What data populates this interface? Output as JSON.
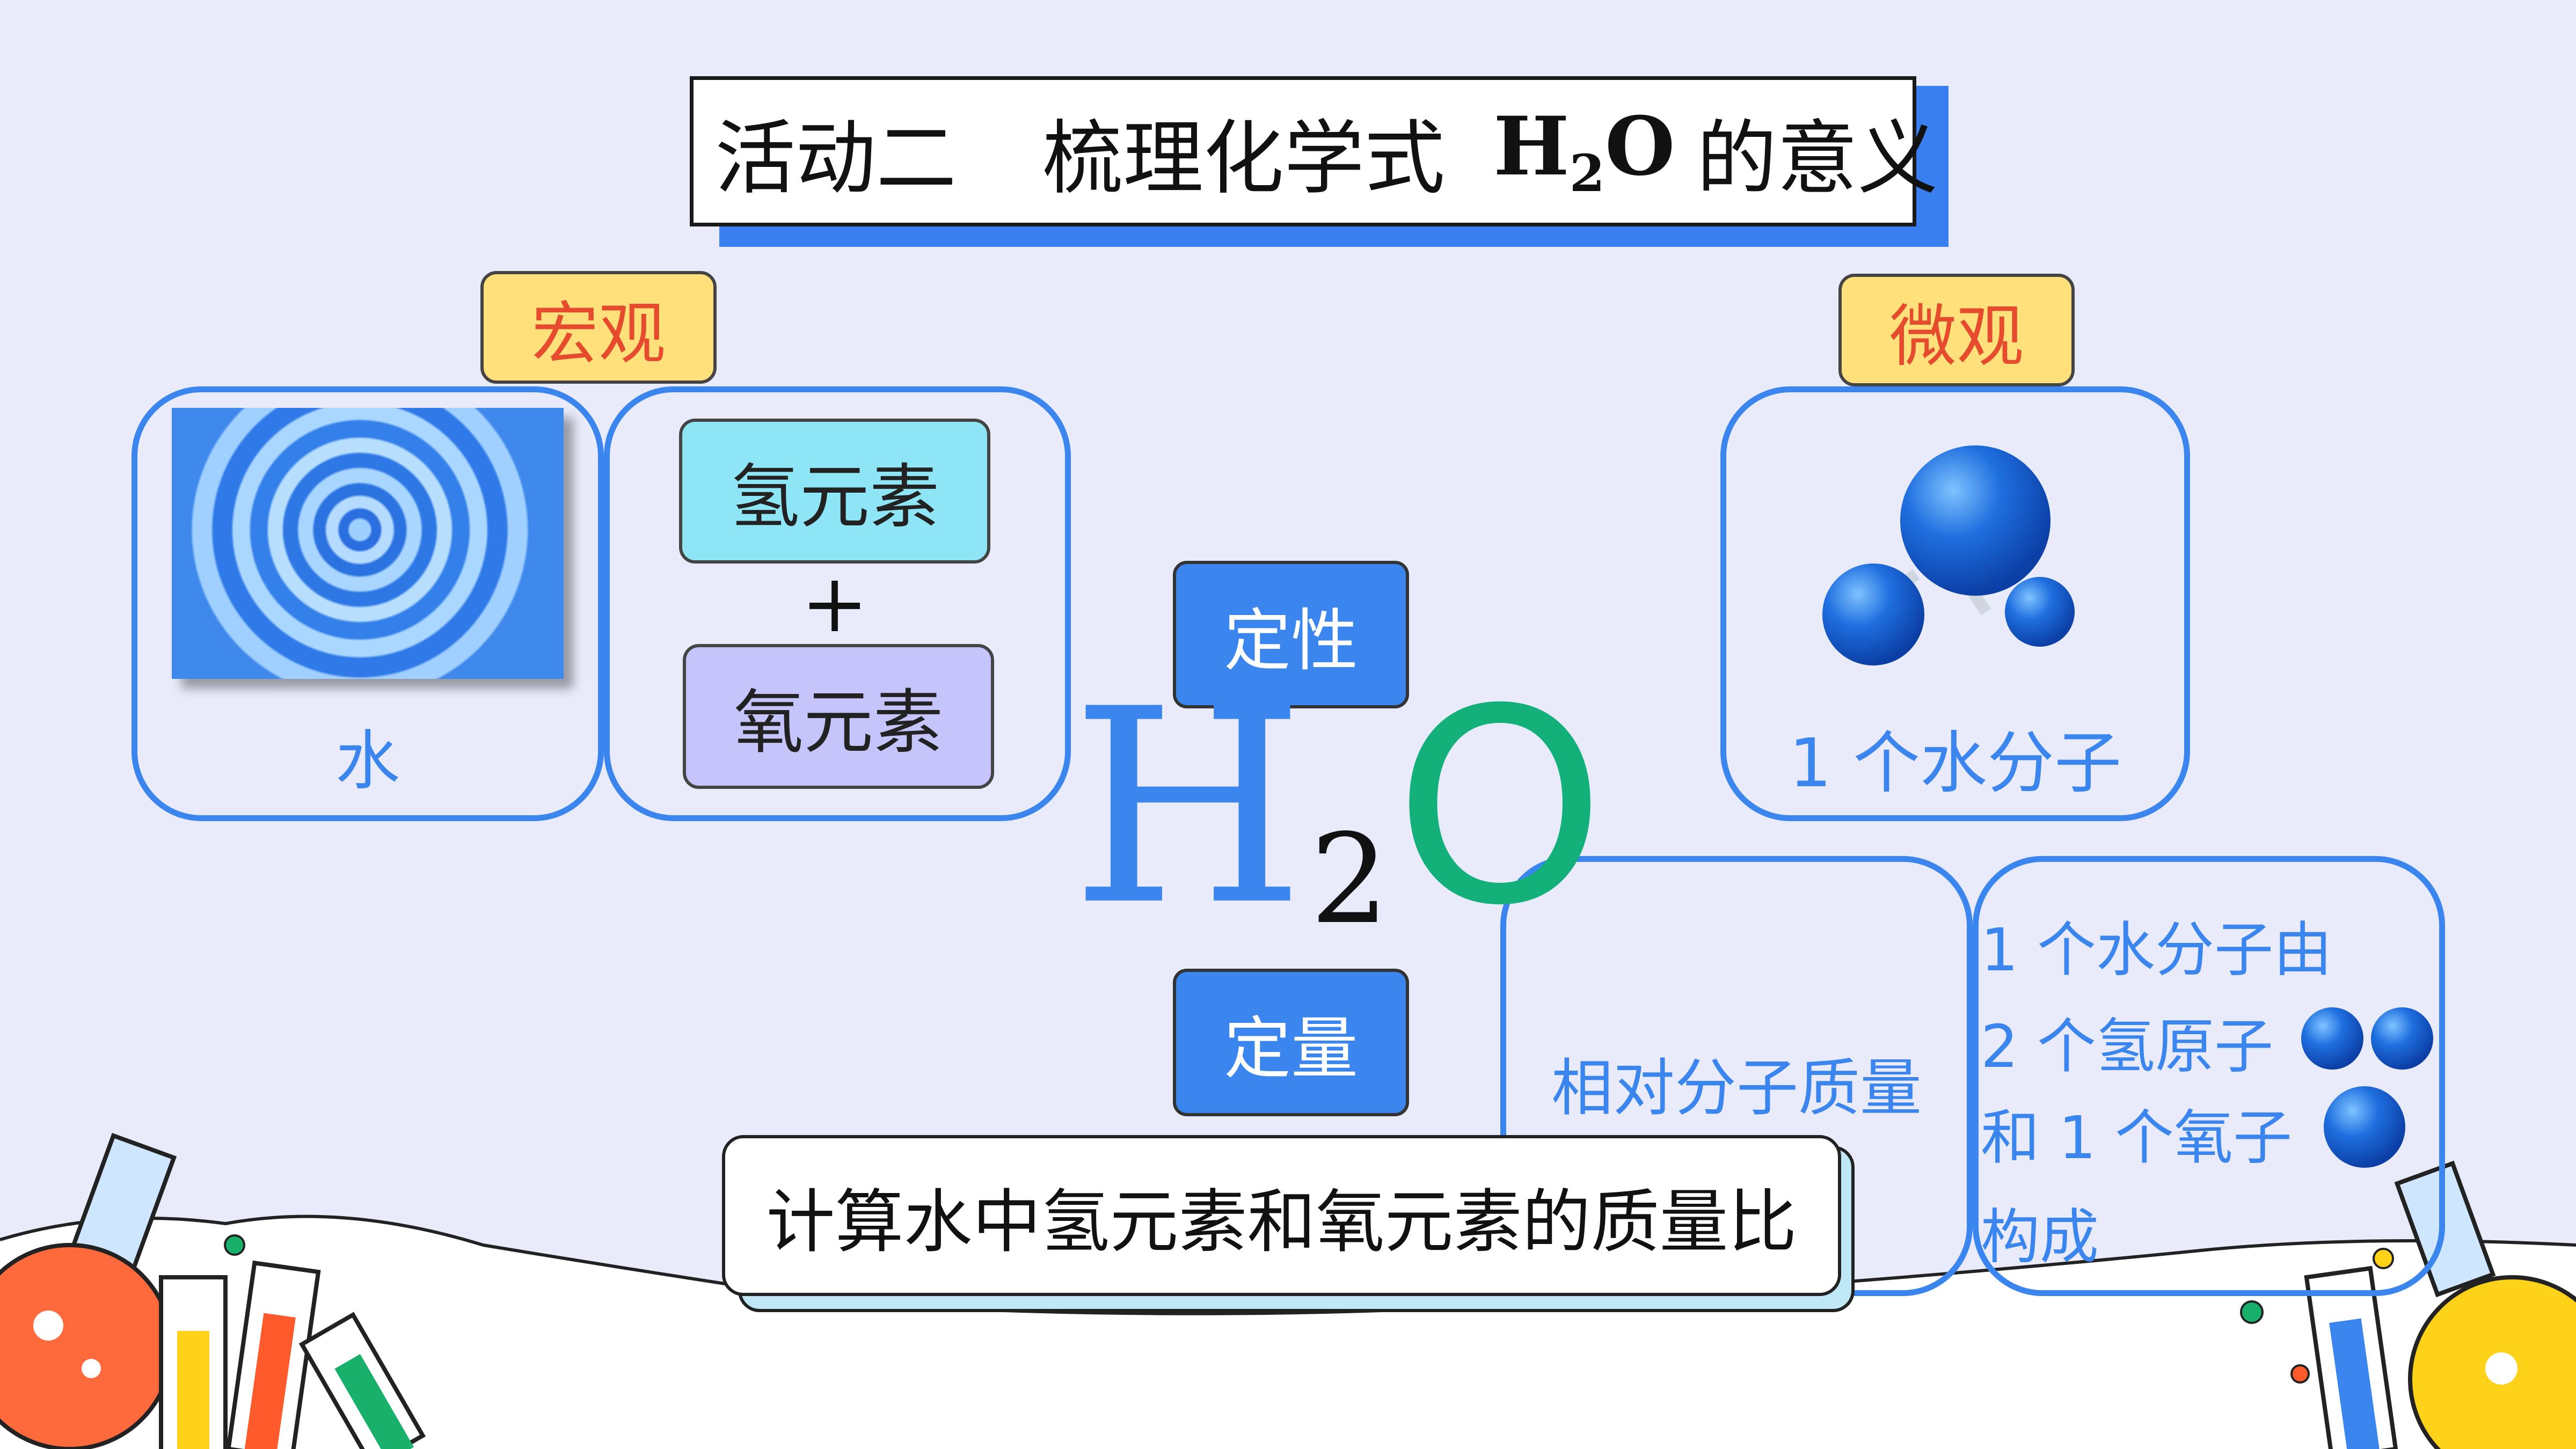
{
  "title": {
    "prefix": "活动二",
    "topic": "梳理化学式",
    "formula_main": "H",
    "formula_sub": "2",
    "formula_end": "O",
    "suffix": "的意义"
  },
  "tags": {
    "macro": "宏观",
    "micro": "微观"
  },
  "macro": {
    "water_label": "水",
    "element_h": "氢元素",
    "plus": "+",
    "element_o": "氧元素"
  },
  "center": {
    "qualitative": "定性",
    "quantitative": "定量",
    "formula_h": "H",
    "formula_2": "2",
    "formula_o": "O"
  },
  "micro": {
    "molecule_label": "1 个水分子",
    "mass_label": "相对分子质量",
    "composition": [
      "1 个水分子由",
      "2 个氢原子",
      "和 1 个氧子",
      "构成"
    ]
  },
  "calc": "计算水中氢元素和氧元素的质量比",
  "colors": {
    "accent_blue": "#3a86ee",
    "tag_yellow": "#ffe07a",
    "o_green": "#13b07a",
    "background": "#e9ebfb"
  }
}
